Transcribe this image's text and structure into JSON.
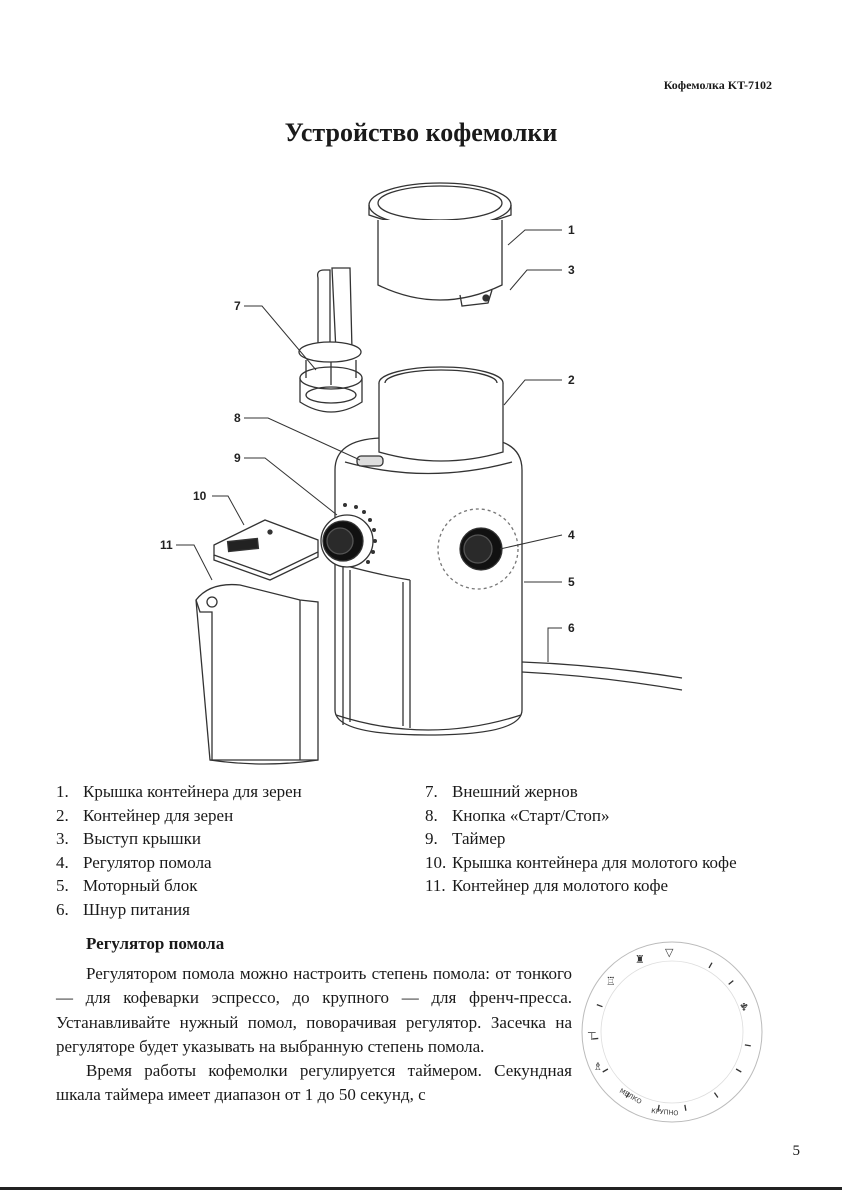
{
  "header": {
    "title": "Кофемолка KT-7102"
  },
  "page_title": "Устройство кофемолки",
  "diagram": {
    "labels": [
      "1",
      "2",
      "3",
      "4",
      "5",
      "6",
      "7",
      "8",
      "9",
      "10",
      "11"
    ]
  },
  "legend": {
    "left": [
      {
        "num": "1.",
        "text": "Крышка контейнера для зерен"
      },
      {
        "num": "2.",
        "text": "Контейнер для зерен"
      },
      {
        "num": "3.",
        "text": "Выступ крышки"
      },
      {
        "num": "4.",
        "text": "Регулятор помола"
      },
      {
        "num": "5.",
        "text": "Моторный блок"
      },
      {
        "num": "6.",
        "text": "Шнур питания"
      }
    ],
    "right": [
      {
        "num": "7.",
        "text": "Внешний жернов"
      },
      {
        "num": "8.",
        "text": "Кнопка «Старт/Стоп»"
      },
      {
        "num": "9.",
        "text": "Таймер"
      },
      {
        "num": "10.",
        "text": "Крышка контейнера для молотого кофе"
      },
      {
        "num": "11.",
        "text": "Контейнер для молотого кофе"
      }
    ]
  },
  "section": {
    "heading": "Регулятор помола",
    "paragraphs": [
      "Регулятором помола можно настроить степень помола: от тонкого — для кофеварки эспрессо, до крупного — для френч-пресса. Устанавливайте нужный помол, поворачивая регулятор. Засечка на регуляторе будет указывать на выбранную степень помола.",
      "Время работы кофемолки регулируется таймером. Секундная шкала таймера имеет диапазон от 1 до 50 секунд, с"
    ]
  },
  "dial": {
    "fine_label": "МЕЛКО",
    "coarse_label": "КРУПНО"
  },
  "page_number": "5"
}
